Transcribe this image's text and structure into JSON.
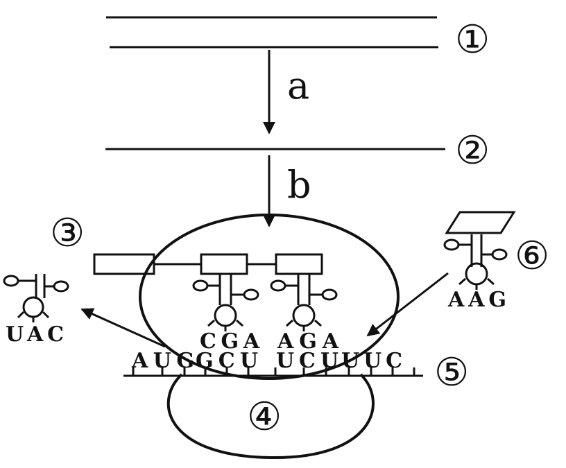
{
  "labels": {
    "step_a": "a",
    "step_b": "b",
    "n1": "①",
    "n2": "②",
    "n3": "③",
    "n4": "④",
    "n5": "⑤",
    "n6": "⑥"
  },
  "trna": {
    "leaving_anticodon": "UAC",
    "p_site_anticodon": "CGA",
    "a_site_anticodon": "AGA",
    "incoming_anticodon": "AAG"
  },
  "mrna": {
    "codon1": "AUG",
    "codon2": "GCU",
    "codon3": "UCU",
    "codon4": "UUC"
  }
}
